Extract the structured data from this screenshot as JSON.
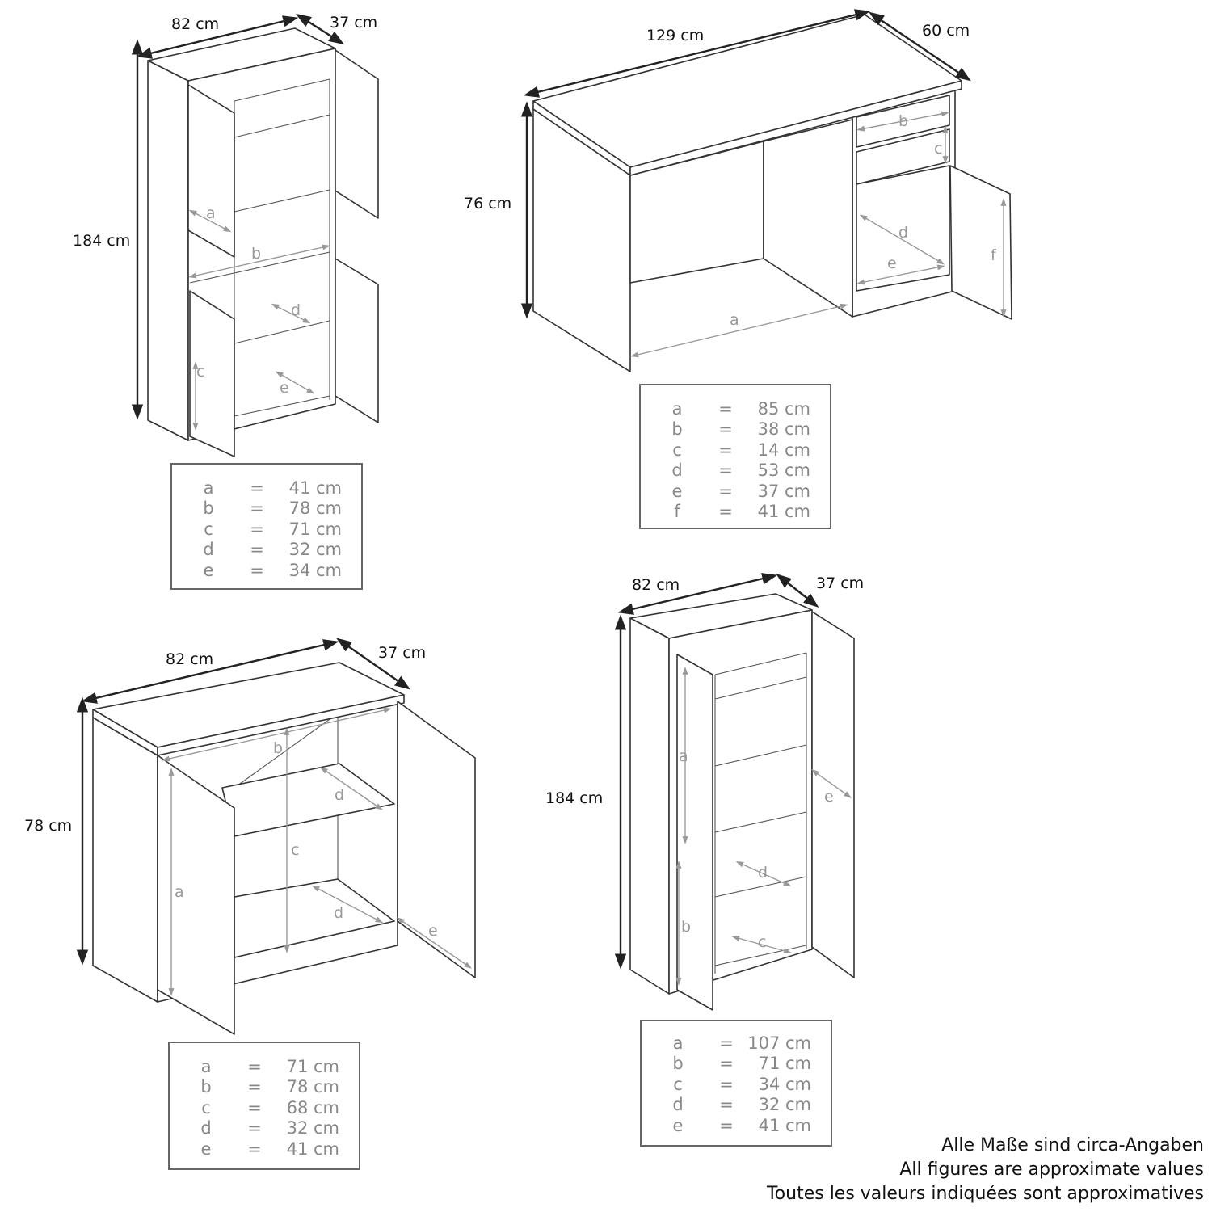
{
  "cabinet_tall_1": {
    "width_label": "82 cm",
    "depth_label": "37 cm",
    "height_label": "184 cm",
    "inner_labels": [
      "a",
      "b",
      "c",
      "d",
      "e"
    ],
    "specs": [
      {
        "key": "a",
        "eq": "=",
        "value": "41 cm"
      },
      {
        "key": "b",
        "eq": "=",
        "value": "78 cm"
      },
      {
        "key": "c",
        "eq": "=",
        "value": "71 cm"
      },
      {
        "key": "d",
        "eq": "=",
        "value": "32 cm"
      },
      {
        "key": "e",
        "eq": "=",
        "value": "34 cm"
      }
    ]
  },
  "desk": {
    "width_label": "129 cm",
    "depth_label": "60 cm",
    "height_label": "76 cm",
    "inner_labels": [
      "a",
      "b",
      "c",
      "d",
      "e",
      "f"
    ],
    "specs": [
      {
        "key": "a",
        "eq": "=",
        "value": "85 cm"
      },
      {
        "key": "b",
        "eq": "=",
        "value": "38 cm"
      },
      {
        "key": "c",
        "eq": "=",
        "value": "14 cm"
      },
      {
        "key": "d",
        "eq": "=",
        "value": "53 cm"
      },
      {
        "key": "e",
        "eq": "=",
        "value": "37 cm"
      },
      {
        "key": "f",
        "eq": "=",
        "value": "41 cm"
      }
    ]
  },
  "sideboard": {
    "width_label": "82 cm",
    "depth_label": "37 cm",
    "height_label": "78 cm",
    "inner_labels": [
      "a",
      "b",
      "c",
      "d",
      "d",
      "e"
    ],
    "specs": [
      {
        "key": "a",
        "eq": "=",
        "value": "71 cm"
      },
      {
        "key": "b",
        "eq": "=",
        "value": "78 cm"
      },
      {
        "key": "c",
        "eq": "=",
        "value": "68 cm"
      },
      {
        "key": "d",
        "eq": "=",
        "value": "32 cm"
      },
      {
        "key": "e",
        "eq": "=",
        "value": "41 cm"
      }
    ]
  },
  "cabinet_tall_2": {
    "width_label": "82 cm",
    "depth_label": "37 cm",
    "height_label": "184 cm",
    "inner_labels": [
      "a",
      "b",
      "c",
      "d",
      "e"
    ],
    "specs": [
      {
        "key": "a",
        "eq": "=",
        "value": "107 cm"
      },
      {
        "key": "b",
        "eq": "=",
        "value": "71 cm"
      },
      {
        "key": "c",
        "eq": "=",
        "value": "34 cm"
      },
      {
        "key": "d",
        "eq": "=",
        "value": "32 cm"
      },
      {
        "key": "e",
        "eq": "=",
        "value": "41 cm"
      }
    ]
  },
  "footer": [
    "Alle Maße sind circa-Angaben",
    "All figures are approximate values",
    "Toutes les valeurs indiquées sont approximatives"
  ]
}
